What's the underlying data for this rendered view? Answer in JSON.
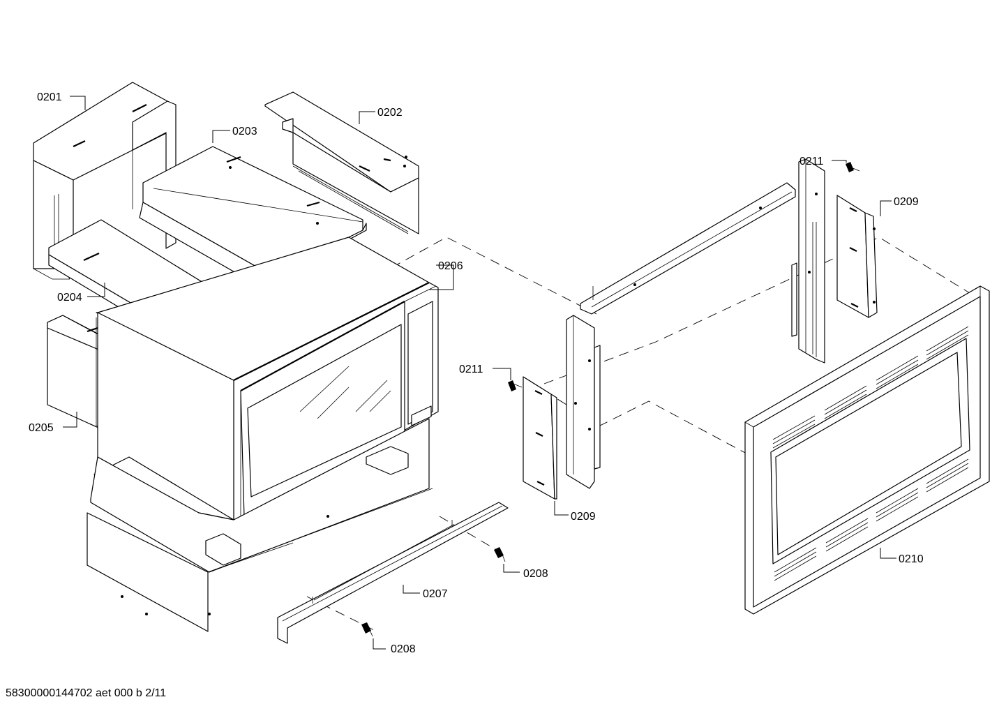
{
  "parts": [
    {
      "id": "p0201",
      "label": "0201"
    },
    {
      "id": "p0202",
      "label": "0202"
    },
    {
      "id": "p0203",
      "label": "0203"
    },
    {
      "id": "p0204",
      "label": "0204"
    },
    {
      "id": "p0205",
      "label": "0205"
    },
    {
      "id": "p0206",
      "label": "0206"
    },
    {
      "id": "p0207",
      "label": "0207"
    },
    {
      "id": "p0208a",
      "label": "0208"
    },
    {
      "id": "p0208b",
      "label": "0208"
    },
    {
      "id": "p0209a",
      "label": "0209"
    },
    {
      "id": "p0209b",
      "label": "0209"
    },
    {
      "id": "p0210",
      "label": "0210"
    },
    {
      "id": "p0211a",
      "label": "0211"
    },
    {
      "id": "p0211b",
      "label": "0211"
    }
  ],
  "footer": {
    "reference": "58300000144702 aet 000 b 2/11"
  }
}
